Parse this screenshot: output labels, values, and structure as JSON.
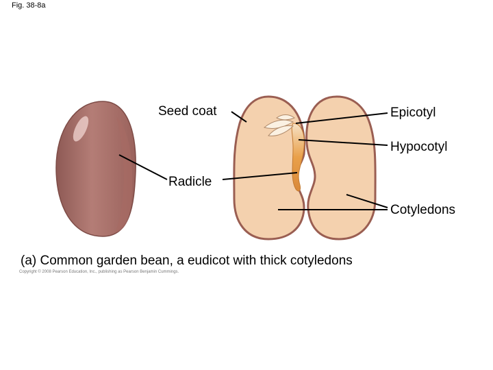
{
  "figure_id": "Fig. 38-8a",
  "labels": {
    "seed_coat": "Seed coat",
    "epicotyl": "Epicotyl",
    "hypocotyl": "Hypocotyl",
    "radicle": "Radicle",
    "cotyledons": "Cotyledons"
  },
  "caption": "(a) Common garden bean, a eudicot with thick cotyledons",
  "copyright": "Copyright © 2008 Pearson Education, Inc., publishing as Pearson Benjamin Cummings.",
  "colors": {
    "seed_coat": "#a8706a",
    "cotyledon": "#f3cfa8",
    "cotyledon_edge": "#9a5e52",
    "embryo_axis": "#e59a3c"
  }
}
